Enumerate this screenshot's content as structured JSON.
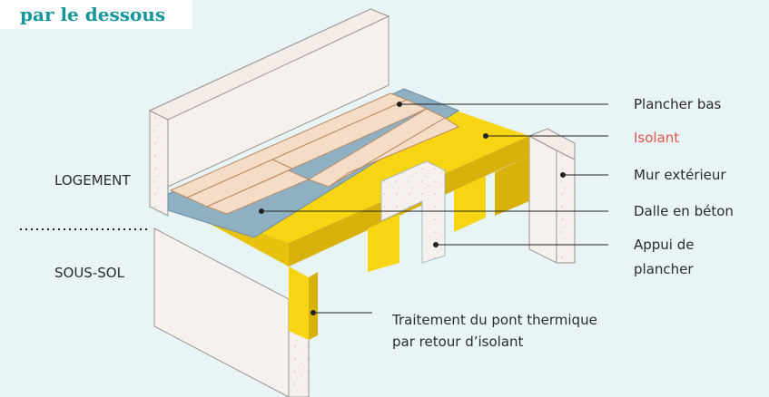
{
  "header": {
    "title": "par le dessous"
  },
  "zones": {
    "upper": "LOGEMENT",
    "lower": "SOUS-SOL"
  },
  "labels": {
    "plancher_bas": "Plancher bas",
    "isolant": "Isolant",
    "mur_exterieur": "Mur extérieur",
    "dalle_beton": "Dalle en béton",
    "appui_line1": "Appui de",
    "appui_line2": "plancher",
    "traitement_line1": "Traitement du pont thermique",
    "traitement_line2": "par retour d’isolant"
  },
  "colors": {
    "background": "#e8f4f6",
    "title_text": "#14969b",
    "isolant_label": "#e0564b",
    "insulation": "#f7d513",
    "insulation_dark": "#d8b10a",
    "slab": "#8fb0c2",
    "wall": "#f7f1ed",
    "wood": "#f4dcc6"
  }
}
